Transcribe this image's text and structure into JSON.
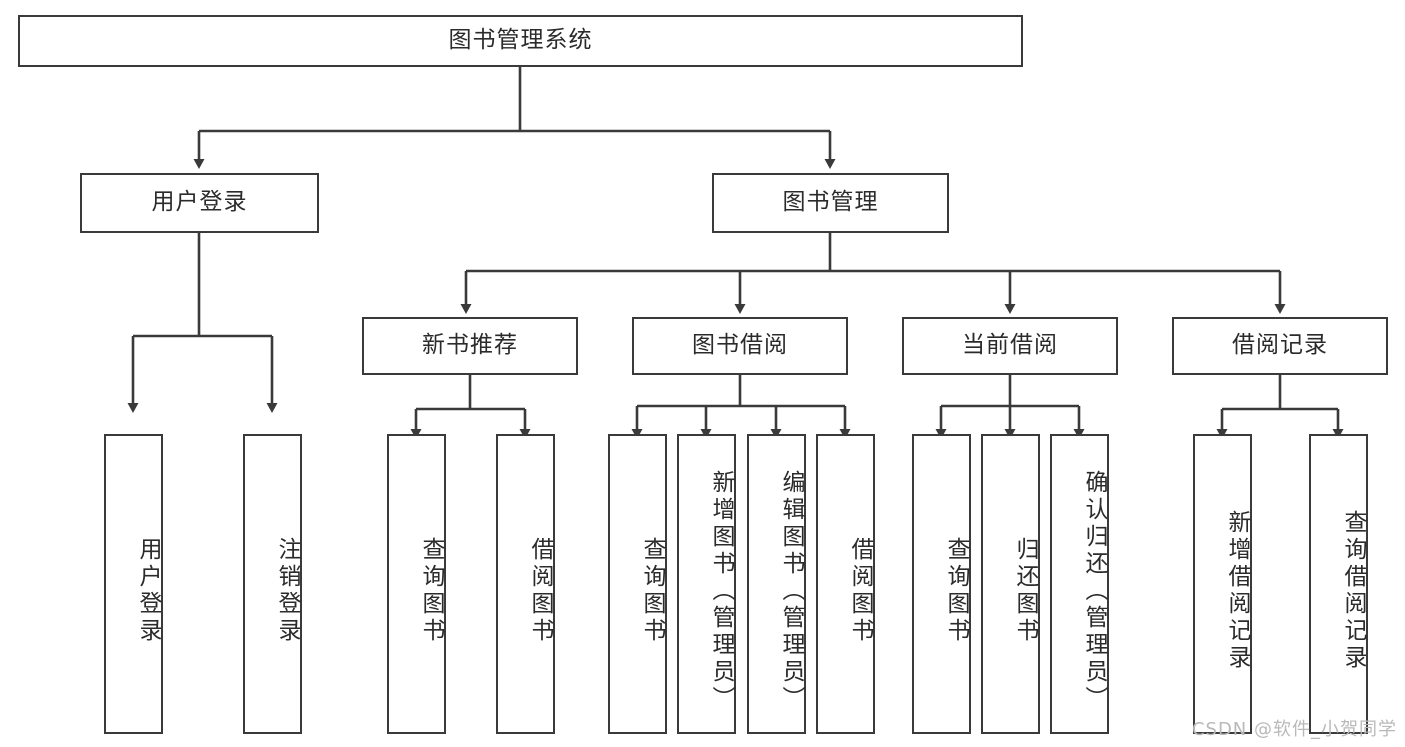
{
  "diagram": {
    "title": "图书管理系统",
    "watermark": "CSDN @软件_小贺同学",
    "stroke_color": "#3a3a3a",
    "text_color": "#2b2b2b",
    "background_color": "#ffffff",
    "watermark_color": "#b9b9b9",
    "type": "tree-hierarchy",
    "root": {
      "label": "图书管理系统"
    },
    "level2": [
      {
        "label": "用户登录"
      },
      {
        "label": "图书管理"
      }
    ],
    "level3": [
      {
        "label": "新书推荐"
      },
      {
        "label": "图书借阅"
      },
      {
        "label": "当前借阅"
      },
      {
        "label": "借阅记录"
      }
    ],
    "leaves": {
      "user_login": [
        {
          "label": "用户登录"
        },
        {
          "label": "注销登录"
        }
      ],
      "new_book_recommend": [
        {
          "label": "查询图书"
        },
        {
          "label": "借阅图书"
        }
      ],
      "book_borrow": [
        {
          "label": "查询图书"
        },
        {
          "label": "新增图书（管理员）"
        },
        {
          "label": "编辑图书（管理员）"
        },
        {
          "label": "借阅图书"
        }
      ],
      "current_borrow": [
        {
          "label": "查询图书"
        },
        {
          "label": "归还图书"
        },
        {
          "label": "确认归还（管理员）"
        }
      ],
      "borrow_records": [
        {
          "label": "新增借阅记录"
        },
        {
          "label": "查询借阅记录"
        }
      ]
    }
  }
}
